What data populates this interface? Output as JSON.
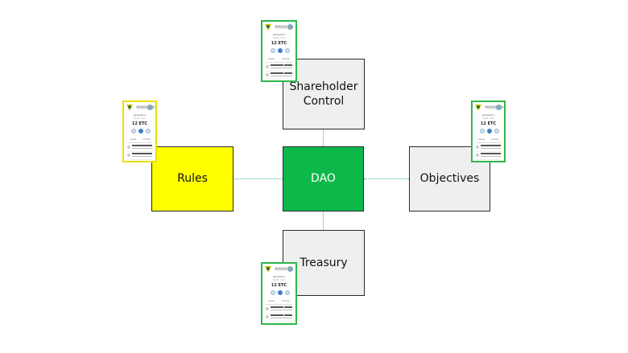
{
  "diagram": {
    "nodes": {
      "center": {
        "label": "DAO",
        "color": "#0cb84a",
        "text_color": "#ffffff"
      },
      "top": {
        "label": "Shareholder\nControl",
        "color": "#efefef"
      },
      "left": {
        "label": "Rules",
        "color": "#ffff00"
      },
      "right": {
        "label": "Objectives",
        "color": "#efefef"
      },
      "bottom": {
        "label": "Treasury",
        "color": "#efefef"
      }
    },
    "connector_color": "#3aa8a0",
    "connector_style": "dotted"
  },
  "phone_mockup": {
    "wallet_pill": "Ethereum Main",
    "account_name": "Account 1",
    "account_address": "0x3f...c41",
    "balance": "12 ETC",
    "tabs": [
      "Assets",
      "Activity"
    ],
    "frame_colors": {
      "default": "#2db84c",
      "rules": "#e8e000"
    }
  }
}
